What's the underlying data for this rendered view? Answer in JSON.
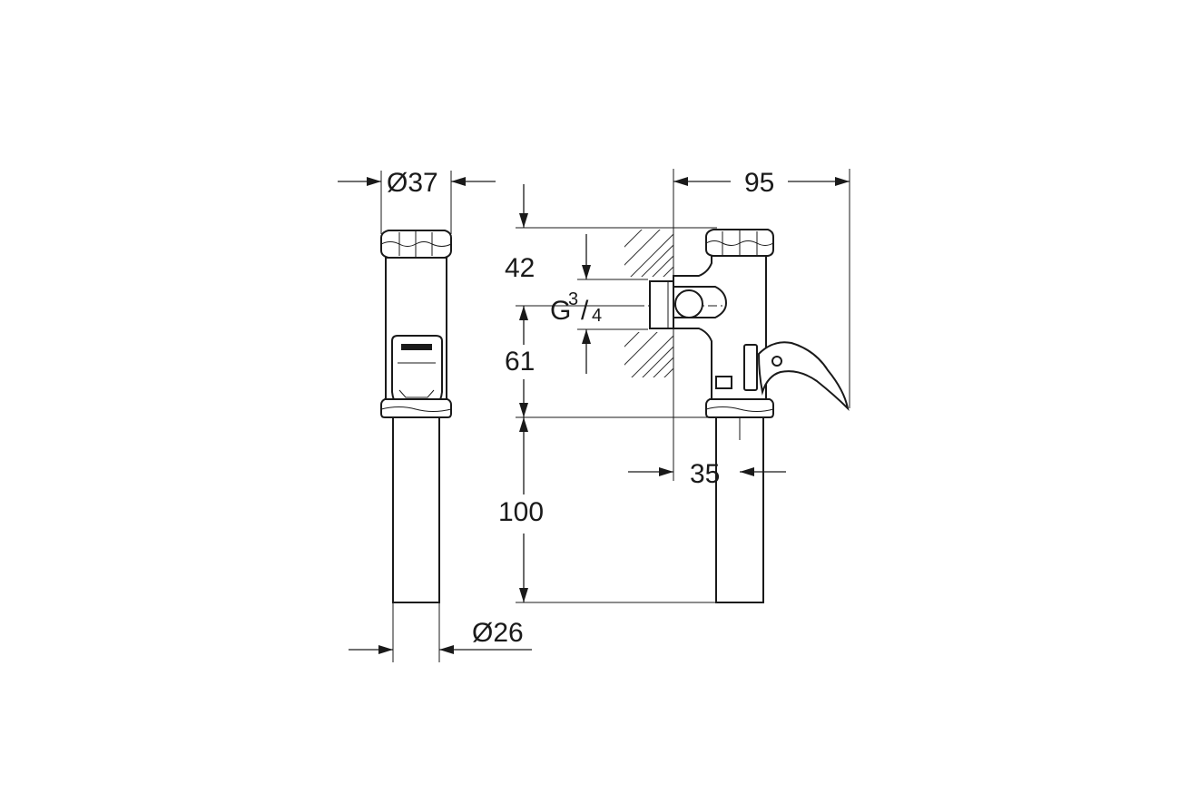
{
  "dimensions": {
    "top_diameter": "Ø37",
    "bottom_diameter": "Ø26",
    "width_total": "95",
    "wall_offset": "35",
    "upper_height": "42",
    "thread_main": "G",
    "thread_sup": "3",
    "thread_slash": "/",
    "thread_sub": "4",
    "middle_height": "61",
    "pipe_length": "100"
  },
  "colors": {
    "line": "#1a1a1a",
    "background": "#ffffff"
  }
}
